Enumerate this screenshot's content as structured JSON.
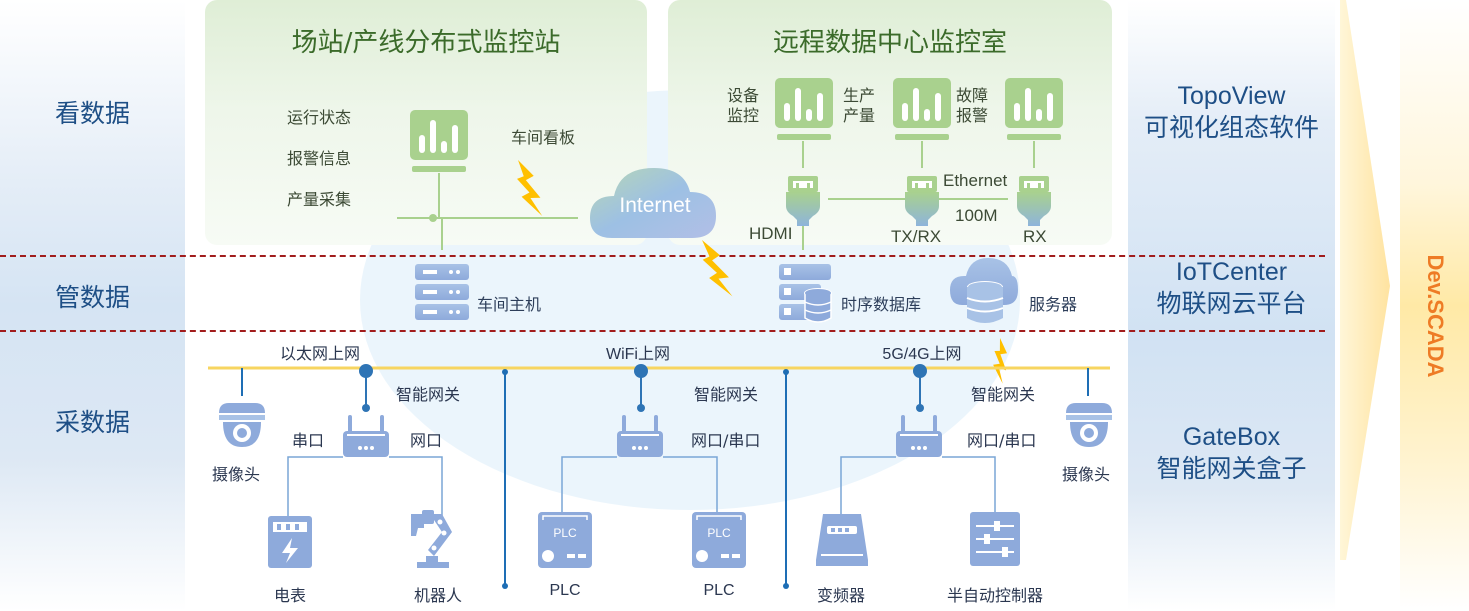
{
  "rows": {
    "view": "看数据",
    "manage": "管数据",
    "collect": "采数据"
  },
  "products": {
    "topoview": {
      "name": "TopoView",
      "desc": "可视化组态软件"
    },
    "iotcenter": {
      "name": "IoTCenter",
      "desc": "物联网云平台"
    },
    "gatebox": {
      "name": "GateBox",
      "desc": "智能网关盒子"
    }
  },
  "brand": "Dev.SCADA",
  "colors": {
    "brand_orange": "#ee7b25",
    "green_icon": "#a9d18e",
    "blue_icon": "#8eaadb",
    "dark_blue": "#1e4f86",
    "dash_red": "#a11c1c",
    "bus_yellow": "#f7d560",
    "bolt": "#ffc000"
  },
  "station_panel": {
    "title": "场站/产线分布式监控站",
    "items": [
      "运行状态",
      "报警信息",
      "产量采集"
    ],
    "board_label": "车间看板"
  },
  "remote_panel": {
    "title": "远程数据中心监控室",
    "monitors": [
      {
        "label": "设备监控",
        "line1": "设备",
        "line2": "监控"
      },
      {
        "label": "生产产量",
        "line1": "生产",
        "line2": "产量"
      },
      {
        "label": "故障报警",
        "line1": "故障",
        "line2": "报警"
      }
    ],
    "connectors": [
      "HDMI",
      "TX/RX",
      "RX"
    ],
    "link_label": "Ethernet",
    "speed_label": "100M"
  },
  "internet_label": "Internet",
  "manage_layer": {
    "host": "车间主机",
    "tsdb": "时序数据库",
    "server": "服务器"
  },
  "collect_layer": {
    "networks": [
      "以太网上网",
      "WiFi上网",
      "5G/4G上网"
    ],
    "gateway_label": "智能网关",
    "gateways": [
      {
        "left_port": "串口",
        "right_port": "网口"
      },
      {
        "left_port": "",
        "right_port": "网口/串口"
      },
      {
        "left_port": "",
        "right_port": "网口/串口"
      }
    ],
    "camera_label": "摄像头",
    "devices": [
      "电表",
      "机器人",
      "PLC",
      "PLC",
      "变频器",
      "半自动控制器"
    ],
    "plc_badge": "PLC"
  }
}
